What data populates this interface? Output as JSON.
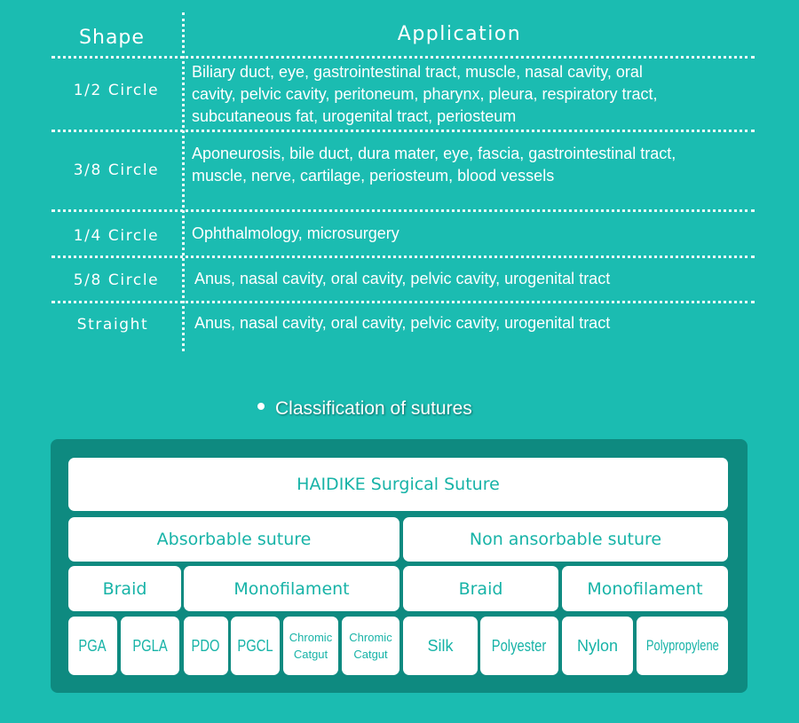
{
  "table": {
    "header": {
      "shape": "Shape",
      "application": "Application"
    },
    "rows": [
      {
        "shape": "1/2 Circle",
        "application": [
          "Biliary duct, eye, gastrointestinal tract, muscle, nasal cavity, oral",
          "cavity, pelvic cavity, peritoneum, pharynx, pleura, respiratory tract,",
          "subcutaneous fat, urogenital tract, periosteum"
        ]
      },
      {
        "shape": "3/8 Circle",
        "application": [
          "Aponeurosis, bile duct, dura mater, eye, fascia, gastrointestinal tract,",
          "muscle, nerve, cartilage, periosteum, blood vessels"
        ]
      },
      {
        "shape": "1/4 Circle",
        "application": [
          "Ophthalmology, microsurgery"
        ]
      },
      {
        "shape": "5/8 Circle",
        "application": [
          "Anus, nasal cavity, oral cavity, pelvic cavity, urogenital tract"
        ]
      },
      {
        "shape": "Straight",
        "application": [
          "Anus, nasal cavity, oral cavity, pelvic cavity, urogenital tract"
        ]
      }
    ]
  },
  "classification": {
    "title": "Classification of sutures",
    "root": "HAIDIKE Surgical Suture",
    "absorbable": {
      "label": "Absorbable suture",
      "braid": {
        "label": "Braid",
        "items": [
          "PGA",
          "PGLA"
        ]
      },
      "monofilament": {
        "label": "Monofilament",
        "items": [
          "PDO",
          "PGCL",
          [
            "Chromic",
            "Catgut"
          ],
          [
            "Chromic",
            "Catgut"
          ]
        ]
      }
    },
    "non_absorbable": {
      "label": "Non ansorbable suture",
      "braid": {
        "label": "Braid",
        "items": [
          "Silk",
          "Polyester"
        ]
      },
      "monofilament": {
        "label": "Monofilament",
        "items": [
          "Nylon",
          "Polypropylene"
        ]
      }
    }
  }
}
